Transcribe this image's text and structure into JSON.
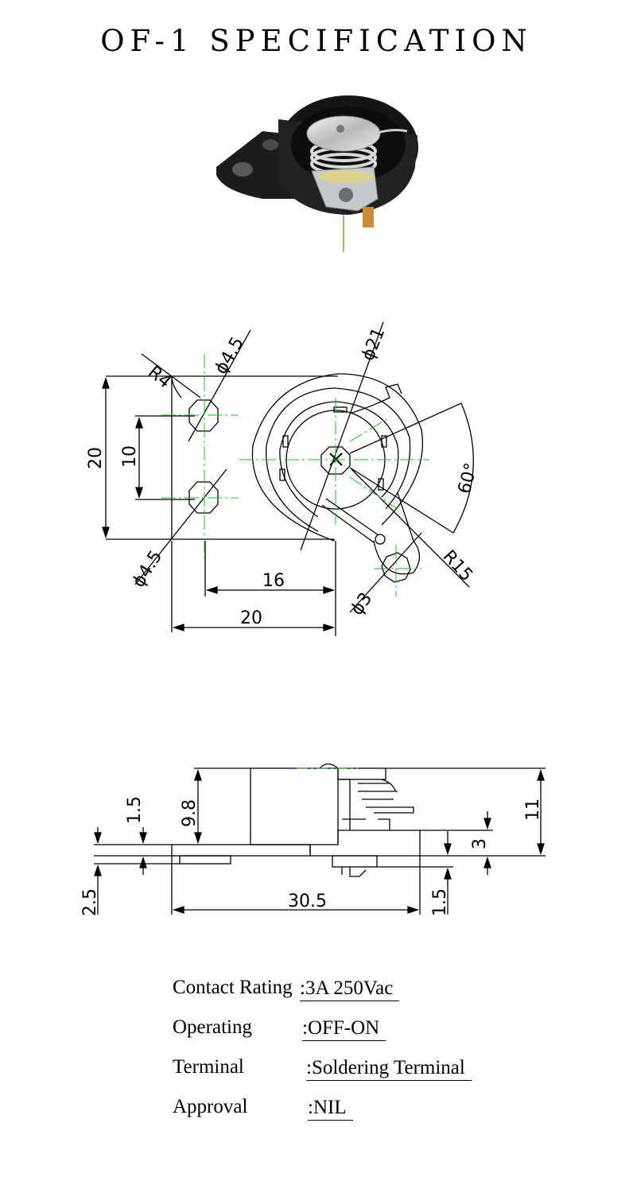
{
  "title": "OF-1 SPECIFICATION",
  "top_view_dims": {
    "r4": "R4",
    "d45_top": "ϕ4.5",
    "d21": "ϕ21",
    "h20": "20",
    "h10": "10",
    "angle60": "60°",
    "d45_bottom": "ϕ4.5",
    "r15": "R15",
    "d3": "ϕ3",
    "w16": "16",
    "w20": "20"
  },
  "side_view_dims": {
    "d15_top": "1.5",
    "d98": "9.8",
    "d11": "11",
    "d3": "3",
    "d25": "2.5",
    "d305": "30.5",
    "d15_bottom": "1.5"
  },
  "specs": [
    {
      "label": "Contact Rating",
      "value": ":3A 250Vac"
    },
    {
      "label": "Operating",
      "value": ":OFF-ON"
    },
    {
      "label": "Terminal",
      "value": ":Soldering Terminal"
    },
    {
      "label": "Approval",
      "value": ":NIL"
    }
  ]
}
